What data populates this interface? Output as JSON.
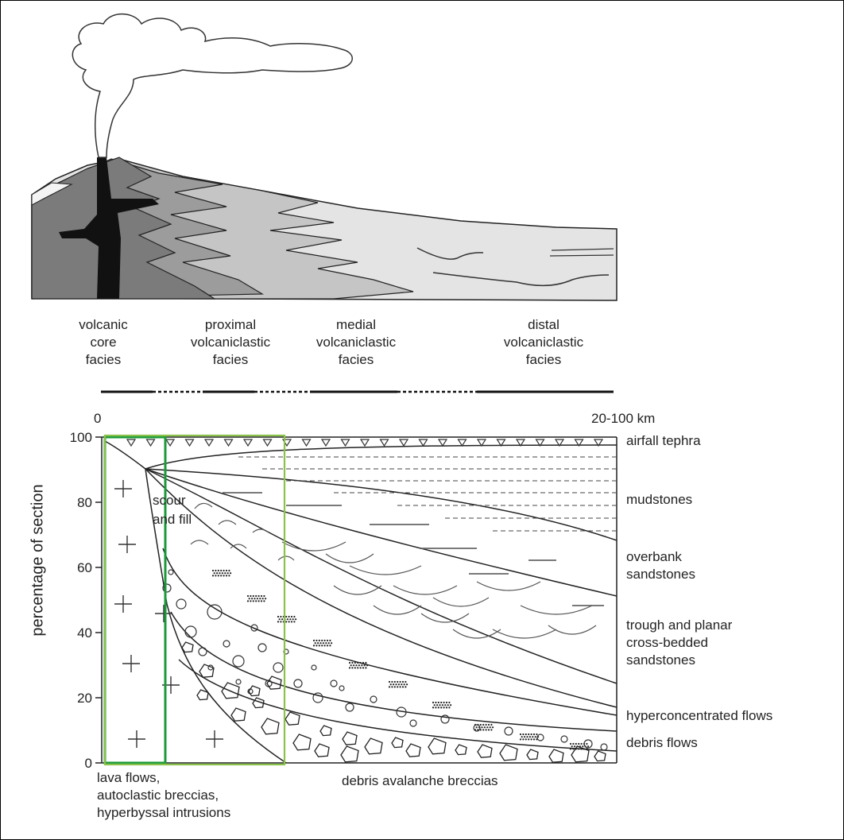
{
  "facies": [
    {
      "label": "volcanic\ncore\nfacies"
    },
    {
      "label": "proximal\nvolcaniclastic\nfacies"
    },
    {
      "label": "medial\nvolcaniclastic\nfacies"
    },
    {
      "label": "distal\nvolcaniclastic\nfacies"
    }
  ],
  "axis": {
    "distance_start": "0",
    "distance_end": "20-100 km",
    "ylabel": "percentage of section",
    "yticks": [
      "100",
      "80",
      "60",
      "40",
      "20",
      "0"
    ]
  },
  "layers": {
    "airfall": "airfall tephra",
    "mudstones": "mudstones",
    "overbank": "overbank\nsandstones",
    "trough": "trough and planar\ncross-bedded\nsandstones",
    "hyper": "hyperconcentrated flows",
    "debris": "debris flows"
  },
  "annotations": {
    "scour": "scour\nand fill",
    "lava": "lava flows,\nautoclastic breccias,\nhyperbyssal intrusions",
    "avalanche": "debris avalanche breccias"
  },
  "highlight_colors": {
    "inner_box": "#1a9a3a",
    "outer_box": "#8bc34a"
  }
}
